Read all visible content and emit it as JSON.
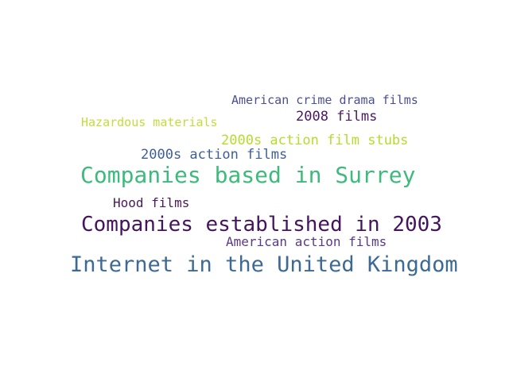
{
  "words": [
    {
      "text": "American crime drama films",
      "color": "#4a4f8f"
    },
    {
      "text": "Hazardous materials",
      "color": "#c2dd3a"
    },
    {
      "text": "2008 films",
      "color": "#4b1661"
    },
    {
      "text": "2000s action film stubs",
      "color": "#b4dc2c"
    },
    {
      "text": "2000s action films",
      "color": "#3e5f96"
    },
    {
      "text": "Companies based in Surrey",
      "color": "#3dba7c"
    },
    {
      "text": "Hood films",
      "color": "#4a1a5c"
    },
    {
      "text": "Companies established in 2003",
      "color": "#45145e"
    },
    {
      "text": "American action films",
      "color": "#5a3a86"
    },
    {
      "text": "Internet in the United Kingdom",
      "color": "#3d6a94"
    }
  ]
}
